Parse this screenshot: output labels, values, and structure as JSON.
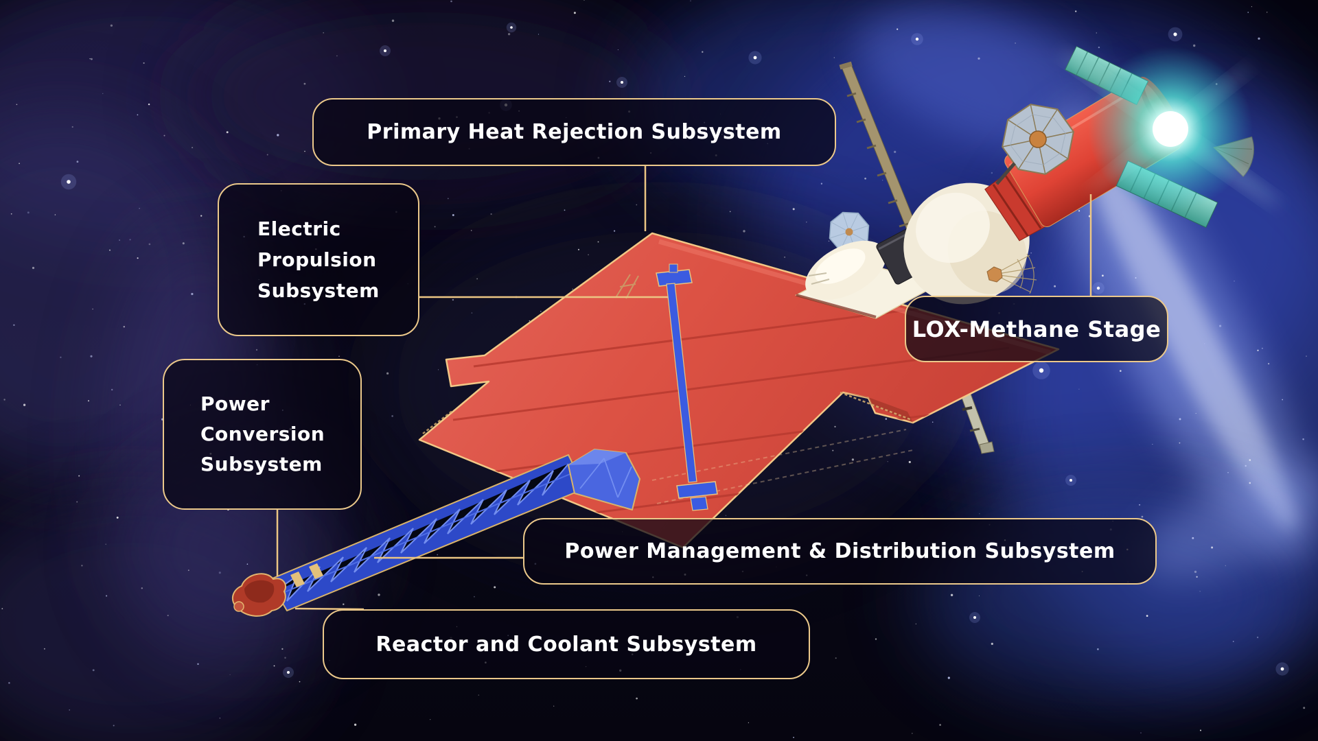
{
  "labels": {
    "primary_heat_rejection": "Primary Heat Rejection Subsystem",
    "electric_propulsion": "Electric Propulsion Subsystem",
    "power_conversion": "Power Conversion Subsystem",
    "lox_methane": "LOX-Methane Stage",
    "power_management": "Power Management & Distribution Subsystem",
    "reactor_coolant": "Reactor and Coolant Subsystem"
  },
  "colors": {
    "callout_border": "#ecc98b",
    "callout_background": "rgba(9,6,20,0.72)",
    "callout_text": "#ffffff",
    "connector_line": "#ecc684",
    "radiator_red": "#dc5244",
    "truss_blue": "#4a66e0",
    "tank_cream": "#f2ebd9",
    "stage_red": "#e04536",
    "glare_cyan": "#aef7ee",
    "space_background": "#070612"
  }
}
